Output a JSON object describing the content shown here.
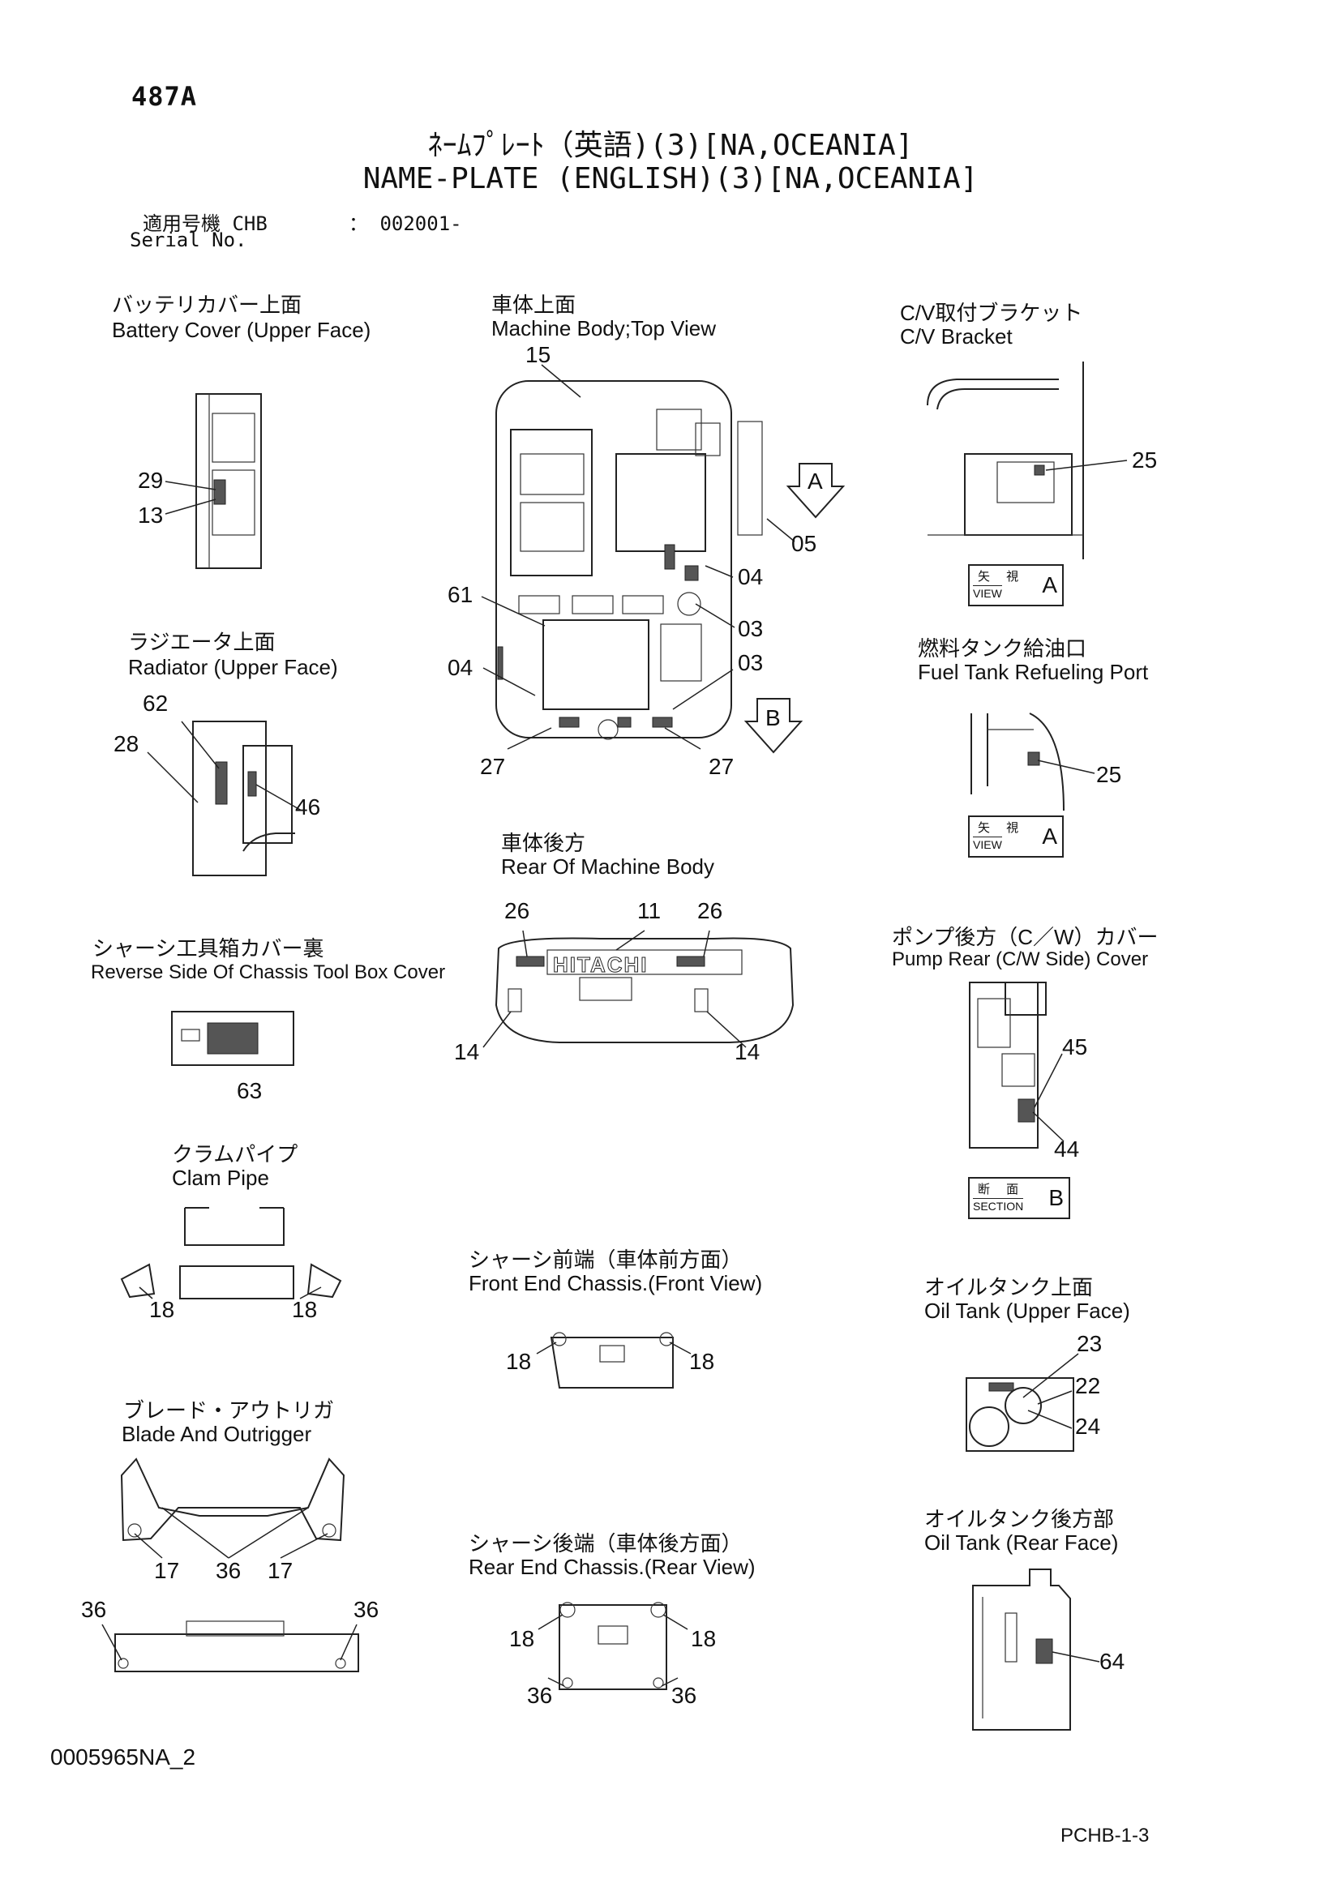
{
  "header": {
    "page_code": "487A",
    "title_jp": "ﾈｰﾑﾌﾟﾚｰﾄ（英語)(3)[NA,OCEANIA]",
    "title_en": "NAME-PLATE (ENGLISH)(3)[NA,OCEANIA]",
    "serial_label_jp": "適用号機 CHB",
    "serial_value": "： 002001-",
    "serial_label_en": "Serial No."
  },
  "views": {
    "battery": {
      "jp": "バッテリカバー上面",
      "en": "Battery Cover (Upper Face)"
    },
    "machine_top": {
      "jp": "車体上面",
      "en": "Machine Body;Top View"
    },
    "cv_bracket": {
      "jp": "C/V取付ブラケット",
      "en": "C/V Bracket"
    },
    "radiator": {
      "jp": "ラジエータ上面",
      "en": "Radiator (Upper Face)"
    },
    "fuel_tank": {
      "jp": "燃料タンク給油口",
      "en": "Fuel Tank Refueling Port"
    },
    "rear_body": {
      "jp": "車体後方",
      "en": "Rear Of Machine Body"
    },
    "tool_box": {
      "jp": "シャーシ工具箱カバー裏",
      "en": "Reverse Side Of Chassis Tool Box Cover"
    },
    "pump_rear": {
      "jp": "ポンプ後方（C／W）カバー",
      "en": "Pump Rear (C/W Side) Cover"
    },
    "clam_pipe": {
      "jp": "クラムパイプ",
      "en": "Clam Pipe"
    },
    "front_chassis": {
      "jp": "シャーシ前端（車体前方面）",
      "en": "Front End Chassis.(Front View)"
    },
    "oil_tank_upper": {
      "jp": "オイルタンク上面",
      "en": "Oil Tank (Upper Face)"
    },
    "blade": {
      "jp": "ブレード・アウトリガ",
      "en": "Blade And Outrigger"
    },
    "oil_tank_rear": {
      "jp": "オイルタンク後方部",
      "en": "Oil Tank (Rear Face)"
    },
    "rear_chassis": {
      "jp": "シャーシ後端（車体後方面）",
      "en": "Rear End Chassis.(Rear View)"
    }
  },
  "callouts": {
    "battery": [
      "29",
      "13"
    ],
    "machine_top": [
      "15",
      "05",
      "04",
      "61",
      "03",
      "04",
      "03",
      "27",
      "27"
    ],
    "cv_bracket": [
      "25"
    ],
    "radiator": [
      "62",
      "28",
      "46"
    ],
    "fuel_tank": [
      "25"
    ],
    "rear_body": [
      "26",
      "11",
      "26",
      "14",
      "14"
    ],
    "tool_box": [
      "63"
    ],
    "pump_rear": [
      "45",
      "44"
    ],
    "clam_pipe": [
      "18",
      "18"
    ],
    "front_chassis": [
      "18",
      "18"
    ],
    "oil_tank_upper": [
      "23",
      "22",
      "24"
    ],
    "blade_top": [
      "17",
      "36",
      "17"
    ],
    "blade_bottom": [
      "36",
      "36"
    ],
    "rear_chassis": [
      "18",
      "18",
      "36",
      "36"
    ],
    "oil_tank_rear": [
      "64"
    ]
  },
  "arrows": {
    "a": "A",
    "b": "B"
  },
  "view_boxes": {
    "view_jp": "矢 視",
    "view_en": "VIEW",
    "section_jp": "断 面",
    "section_en": "SECTION",
    "a": "A",
    "b": "B"
  },
  "brand": "HITACHI",
  "footer": {
    "doc_id": "0005965NA_2",
    "page": "PCHB-1-3"
  }
}
